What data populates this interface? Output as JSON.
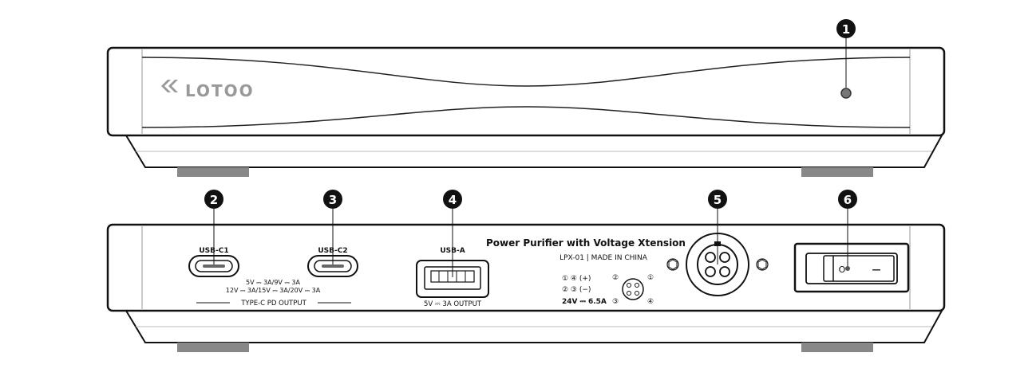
{
  "brand": {
    "logo_text": "LOTOO"
  },
  "callouts": [
    "1",
    "2",
    "3",
    "4",
    "5",
    "6"
  ],
  "rear": {
    "usb_c1_label": "USB-C1",
    "usb_c2_label": "USB-C2",
    "usbc_spec_line1": "5V ⎓ 3A/9V ⎓ 3A",
    "usbc_spec_line2": "12V ⎓ 3A/15V ⎓ 3A/20V ⎓ 3A",
    "usbc_group_label": "TYPE-C PD OUTPUT",
    "usb_a_label": "USB-A",
    "usb_a_spec": "5V ⎓ 3A  OUTPUT",
    "product_title": "Power Purifier with Voltage Xtension",
    "model_line": "LPX-01  |  MADE IN CHINA",
    "pinout_line1": "① ④  (+)",
    "pinout_line2": "② ③  (−)",
    "pinout_rating": "24V ⎓ 6.5A",
    "pin_labels": [
      "②",
      "①",
      "③",
      "④"
    ],
    "switch_off_mark": "O",
    "switch_on_mark": "—"
  }
}
